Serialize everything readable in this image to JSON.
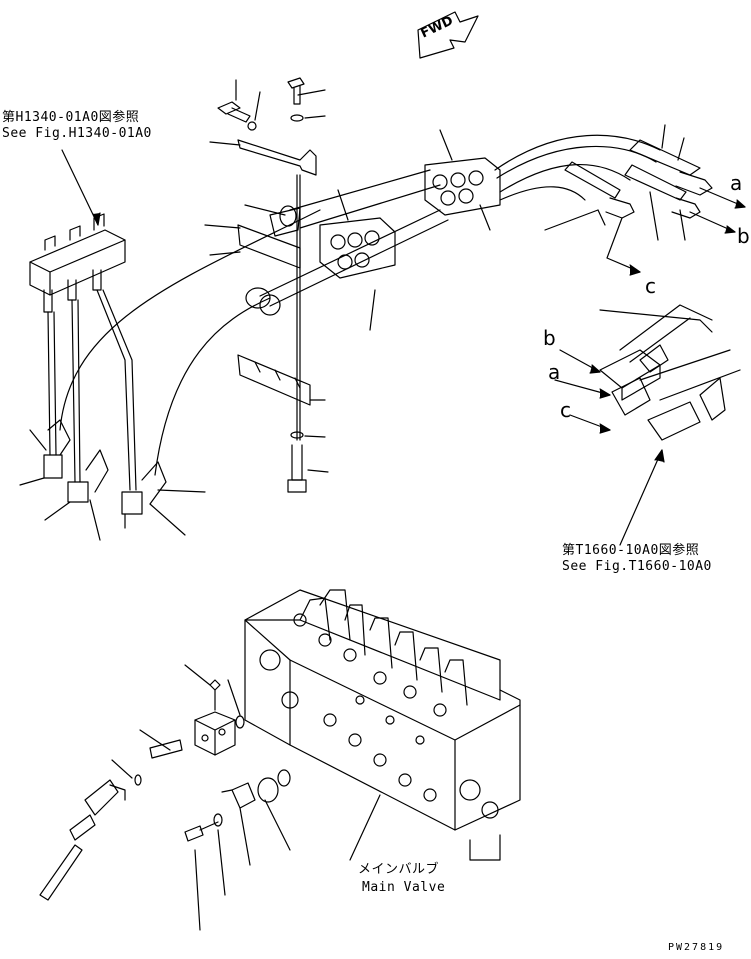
{
  "direction_tag": "FWD",
  "references": {
    "h1340": {
      "jp": "第H1340-01A0図参照",
      "en": "See Fig.H1340-01A0"
    },
    "t1660": {
      "jp": "第T1660-10A0図参照",
      "en": "See Fig.T1660-10A0"
    }
  },
  "callouts": {
    "a1": "a",
    "b1": "b",
    "c1": "c",
    "b2": "b",
    "a2": "a",
    "c2": "c"
  },
  "main_valve": {
    "jp": "メインバルブ",
    "en": "Main Valve"
  },
  "drawing_code": "PW27819"
}
